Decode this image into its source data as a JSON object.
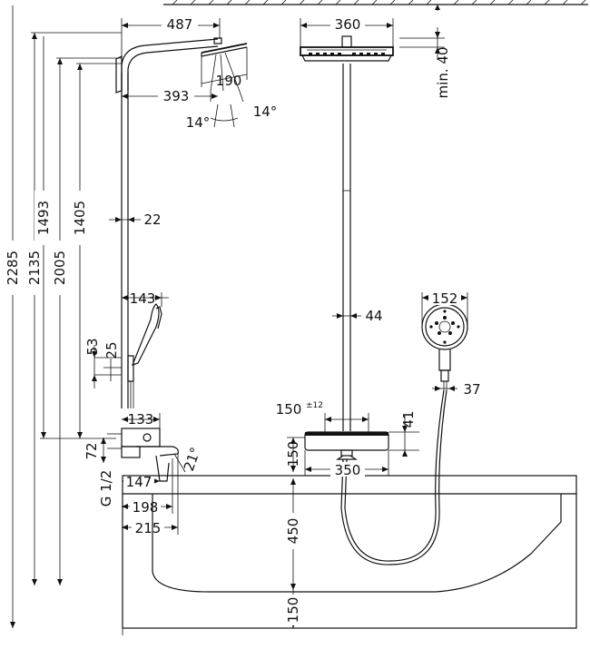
{
  "dimensions_left": {
    "width_total": "487",
    "width_arm": "393",
    "head_diameter": "190",
    "angle_left": "14°",
    "angle_right": "14°",
    "rail_diameter": "22",
    "height_2285": "2285",
    "height_2135": "2135",
    "height_2005": "2005",
    "height_1493": "1493",
    "height_1405": "1405",
    "handshower_width": "143",
    "holder_53": "53",
    "holder_25": "25",
    "mixer_133": "133",
    "mixer_72": "72",
    "thread": "G 1/2",
    "spout_147": "147",
    "spout_198": "198",
    "spout_215": "215",
    "spout_angle": "21°"
  },
  "dimensions_right": {
    "head_width": "360",
    "min_40": "min. 40",
    "pipe_44": "44",
    "handshower_152": "152",
    "hose_37": "37",
    "spacing_150": "150",
    "tolerance": "±12",
    "mixer_41": "41",
    "mixer_height_150": "150",
    "mixer_width_350": "350",
    "tub_height_450": "450",
    "floor_150": "150"
  }
}
